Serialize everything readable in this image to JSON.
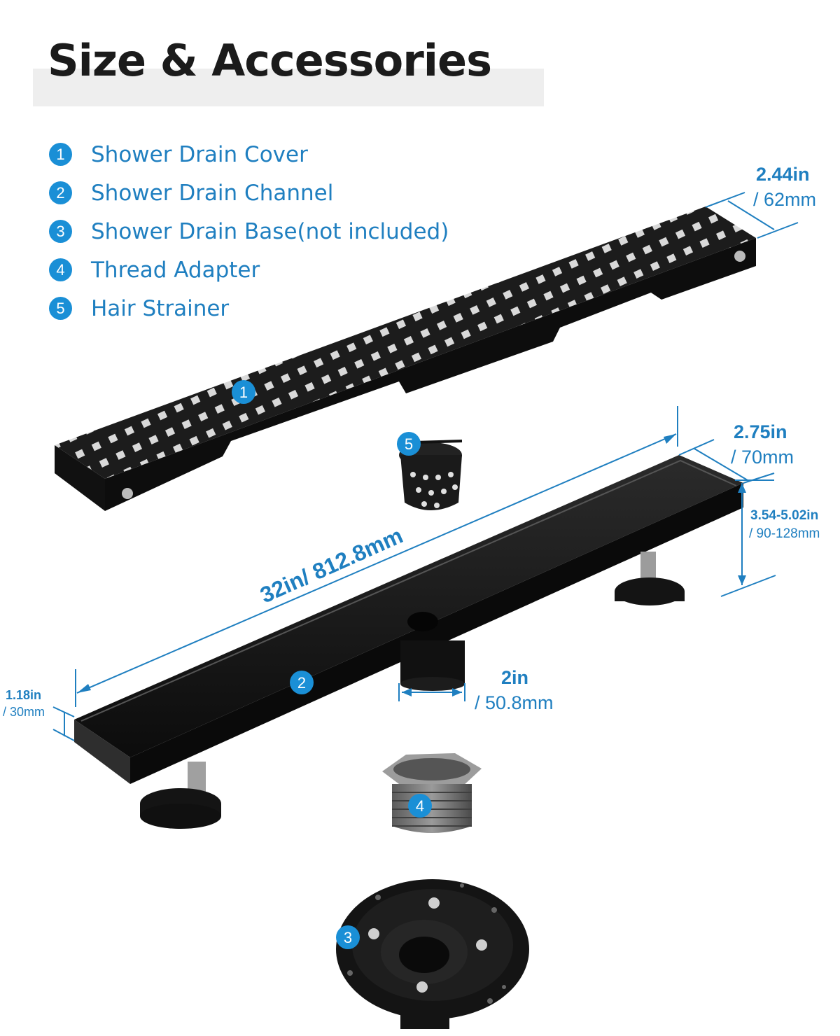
{
  "title": "Size & Accessories",
  "legend": [
    {
      "num": "1",
      "label": "Shower Drain Cover"
    },
    {
      "num": "2",
      "label": "Shower Drain Channel"
    },
    {
      "num": "3",
      "label": "Shower Drain Base(not included)"
    },
    {
      "num": "4",
      "label": "Thread Adapter"
    },
    {
      "num": "5",
      "label": "Hair Strainer"
    }
  ],
  "callouts": {
    "cover": "1",
    "channel": "2",
    "base": "3",
    "adapter": "4",
    "strainer": "5"
  },
  "dimensions": {
    "cover_width_in": "2.44in",
    "cover_width_mm": "/ 62mm",
    "channel_width_in": "2.75in",
    "channel_width_mm": "/ 70mm",
    "height_in": "3.54-5.02in",
    "height_mm": "/ 90-128mm",
    "length": "32in/ 812.8mm",
    "depth_in": "1.18in",
    "depth_mm": "/ 30mm",
    "outlet_in": "2in",
    "outlet_mm": "/ 50.8mm"
  },
  "colors": {
    "accent": "#1a8fd6",
    "text_blue": "#1f7fc0",
    "product": "#141414"
  }
}
